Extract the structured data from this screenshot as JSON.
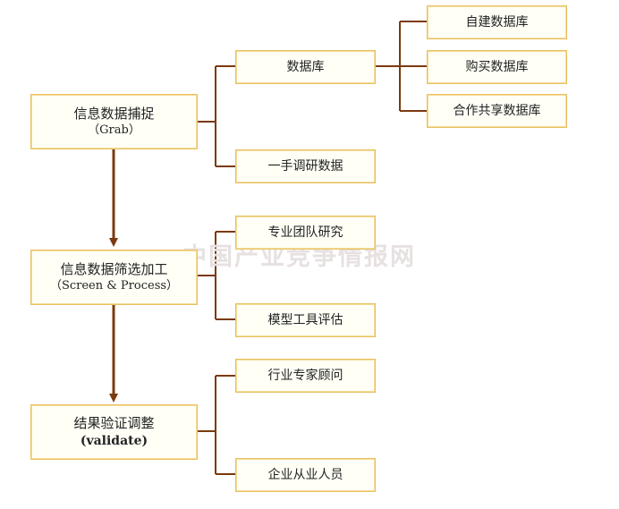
{
  "watermark": "中国产业竞争情报网",
  "stages": [
    {
      "title": "信息数据捕捉",
      "subtitle": "（Grab）"
    },
    {
      "title": "信息数据筛选加工",
      "subtitle": "（Screen & Process）"
    },
    {
      "title": "结果验证调整",
      "subtitle": "(validate)"
    }
  ],
  "stage1_children": {
    "database": "数据库",
    "primary_research": "一手调研数据"
  },
  "database_children": [
    "自建数据库",
    "购买数据库",
    "合作共享数据库"
  ],
  "stage2_children": [
    "专业团队研究",
    "模型工具评估"
  ],
  "stage3_children": [
    "行业专家顾问",
    "企业从业人员"
  ],
  "colors": {
    "connector": "#7b3a10",
    "box_border": "#e8c060",
    "box_fill": "#fffff6"
  }
}
